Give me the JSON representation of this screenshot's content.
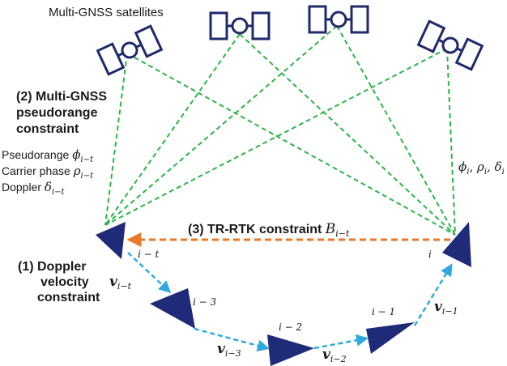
{
  "title": "Multi-GNSS satellites",
  "colors": {
    "satellite": "#1f2a6b",
    "receiver": "#1f2a78",
    "pseudorange_lines": "#2db34a",
    "doppler_arrows": "#2fa8df",
    "trrtk_arrow": "#e8782a"
  },
  "labels": {
    "pseudorange_constraint_1": "(2) Multi-GNSS",
    "pseudorange_constraint_2": "pseudorange",
    "pseudorange_constraint_3": "constraint",
    "meas_pseudorange_text": "Pseudorange ",
    "meas_pseudorange_sym": "ϕ",
    "meas_pseudorange_sub": "i−t",
    "meas_carrier_text": "Carrier phase ",
    "meas_carrier_sym": "ρ",
    "meas_carrier_sub": "i−t",
    "meas_doppler_text": "Doppler ",
    "meas_doppler_sym": "δ",
    "meas_doppler_sub": "i−t",
    "right_meas_phi": "ϕ",
    "right_meas_rho": "ρ",
    "right_meas_delta": "δ",
    "right_meas_sub": "i",
    "right_meas_sep": ", ",
    "trrtk_text": "(3) TR-RTK constraint ",
    "trrtk_sym": "B",
    "trrtk_sub": "i−t",
    "doppler_constraint_1": "(1) Doppler",
    "doppler_constraint_2": "velocity",
    "doppler_constraint_3": "constraint"
  },
  "nodes": {
    "n_it": "i − t",
    "n_i3": "i − 3",
    "n_i2": "i − 2",
    "n_i1": "i − 1",
    "n_i": "i"
  },
  "velocities": {
    "v_sym": "v",
    "v_it_sub": "i−t",
    "v_i3_sub": "i−3",
    "v_i2_sub": "i−2",
    "v_i1_sub": "i−1"
  }
}
